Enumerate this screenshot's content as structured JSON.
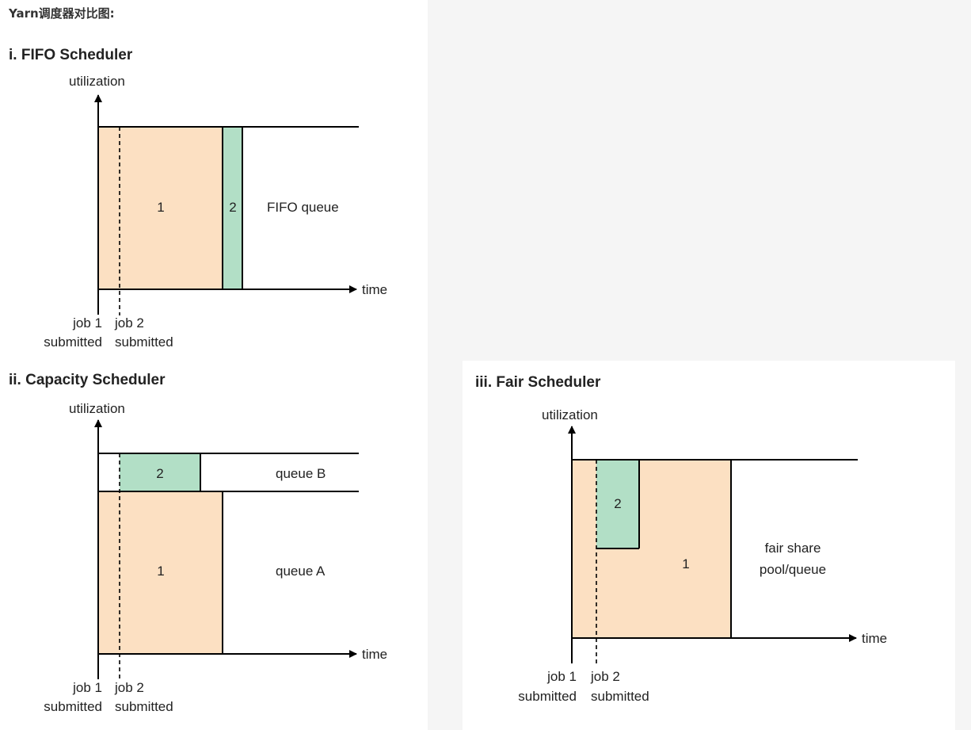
{
  "page": {
    "heading": "Yarn调度器对比图:"
  },
  "colors": {
    "job1_fill": "#fce0c2",
    "job2_fill": "#b2dfc6",
    "stroke": "#000000",
    "panel_bg": "#ffffff",
    "page_bg": "#f5f5f5"
  },
  "fifo": {
    "title": "i. FIFO Scheduler",
    "y_axis": "utilization",
    "x_axis": "time",
    "job1_label": "1",
    "job2_label": "2",
    "queue_label": "FIFO queue",
    "job1_submitted_line1": "job 1",
    "job1_submitted_line2": "submitted",
    "job2_submitted_line1": "job 2",
    "job2_submitted_line2": "submitted"
  },
  "capacity": {
    "title": "ii. Capacity Scheduler",
    "y_axis": "utilization",
    "x_axis": "time",
    "job1_label": "1",
    "job2_label": "2",
    "queue_b_label": "queue B",
    "queue_a_label": "queue A",
    "job1_submitted_line1": "job 1",
    "job1_submitted_line2": "submitted",
    "job2_submitted_line1": "job 2",
    "job2_submitted_line2": "submitted"
  },
  "fair": {
    "title": "iii. Fair Scheduler",
    "y_axis": "utilization",
    "x_axis": "time",
    "job1_label": "1",
    "job2_label": "2",
    "pool_label_line1": "fair share",
    "pool_label_line2": "pool/queue",
    "job1_submitted_line1": "job 1",
    "job1_submitted_line2": "submitted",
    "job2_submitted_line1": "job 2",
    "job2_submitted_line2": "submitted"
  }
}
